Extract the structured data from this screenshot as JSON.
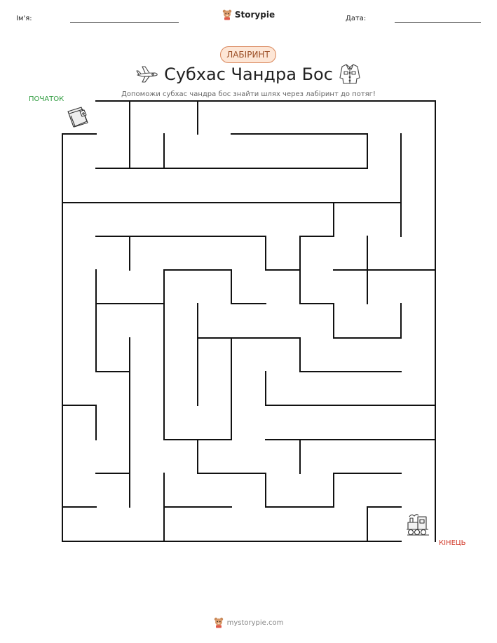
{
  "header": {
    "name_label": "Ім'я:",
    "date_label": "Дата:",
    "brand_name": "Storypie"
  },
  "worksheet": {
    "badge": "ЛАБІРИНТ",
    "title": "Субхас Чандра Бос",
    "subtitle": "Допоможи субхас чандра бос знайти шлях через лабіринт до потяг!",
    "start_label": "ПОЧАТОК",
    "end_label": "КІНЕЦЬ"
  },
  "footer": {
    "site": "mystorypie.com"
  },
  "icons": {
    "brand_logo": "storypie-bear-icon",
    "title_left": "airplane-icon",
    "title_right": "jacket-icon",
    "start": "wallet-icon",
    "end": "train-icon"
  },
  "colors": {
    "start": "#2e9b3e",
    "end": "#d23a2a",
    "badge_border": "#d9865a",
    "badge_fill": "#fde6d6",
    "badge_text": "#9c4f26"
  }
}
